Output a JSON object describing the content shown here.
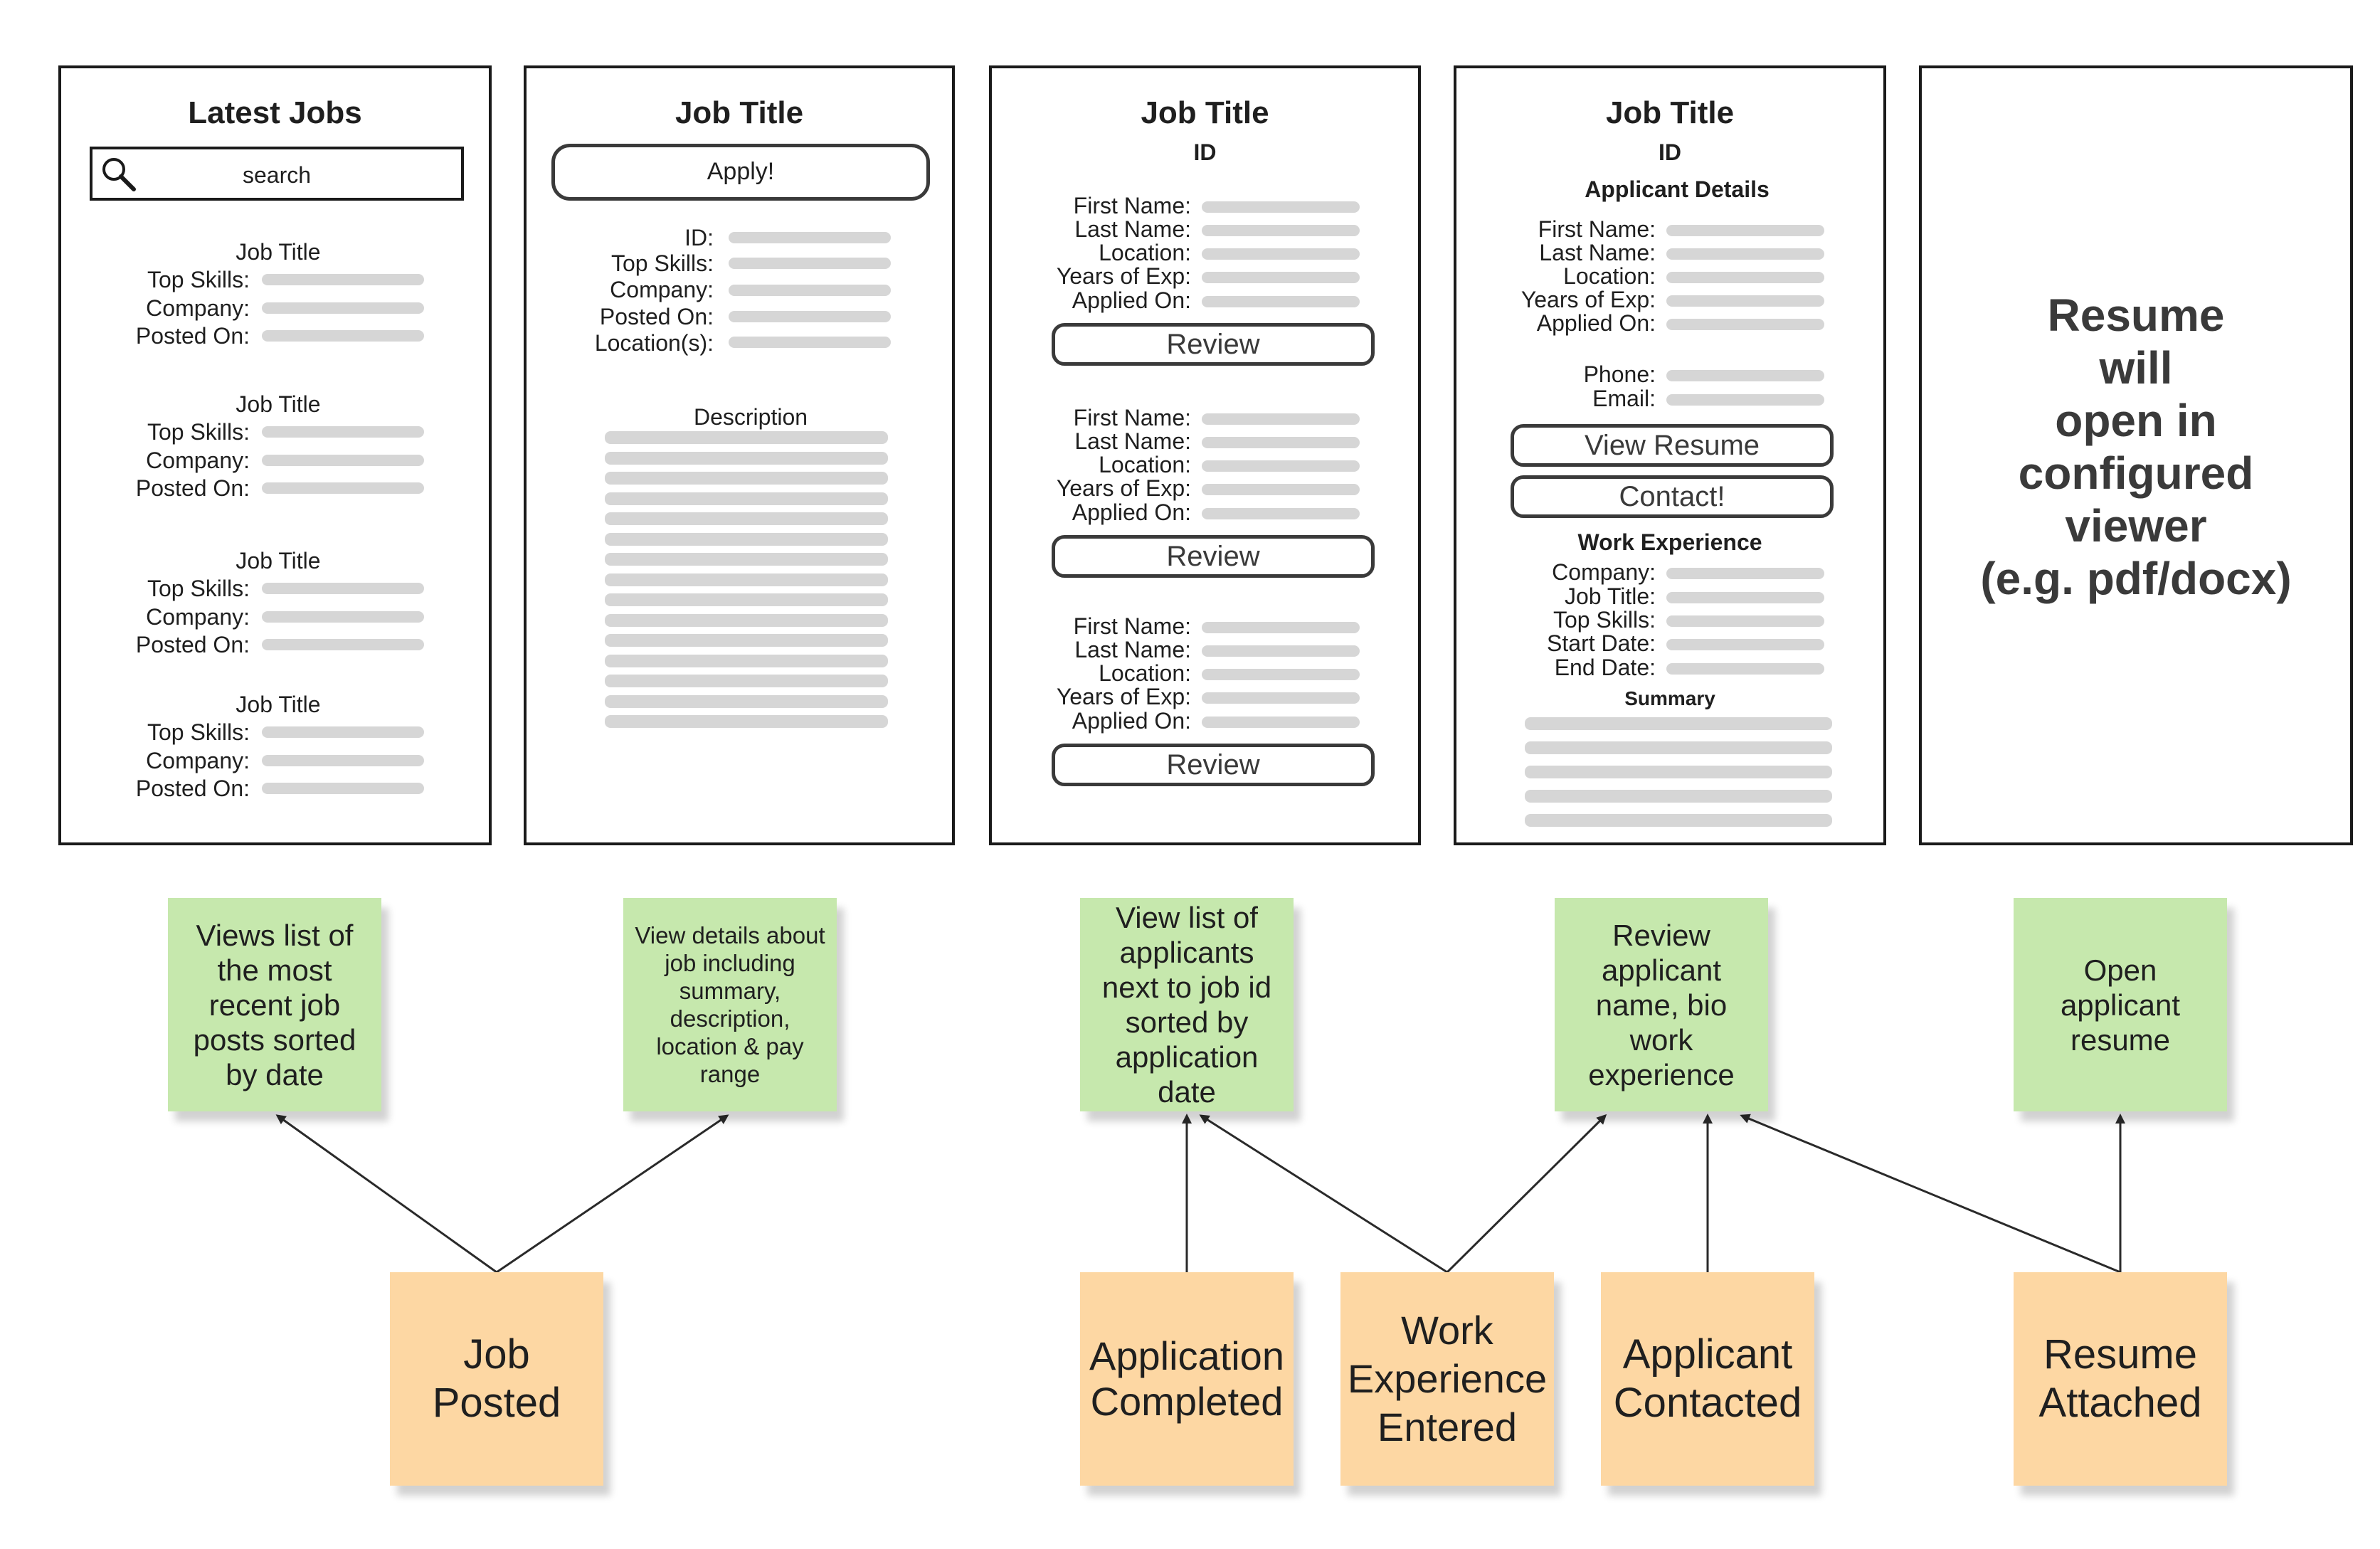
{
  "screens": {
    "latest_jobs": {
      "title": "Latest Jobs",
      "search_placeholder": "search",
      "items": [
        {
          "title": "Job Title",
          "top_skills": "Top Skills:",
          "company": "Company:",
          "posted_on": "Posted On:"
        },
        {
          "title": "Job Title",
          "top_skills": "Top Skills:",
          "company": "Company:",
          "posted_on": "Posted On:"
        },
        {
          "title": "Job Title",
          "top_skills": "Top Skills:",
          "company": "Company:",
          "posted_on": "Posted On:"
        },
        {
          "title": "Job Title",
          "top_skills": "Top Skills:",
          "company": "Company:",
          "posted_on": "Posted On:"
        }
      ]
    },
    "job_detail": {
      "title": "Job Title",
      "apply_label": "Apply!",
      "fields": [
        "ID:",
        "Top Skills:",
        "Company:",
        "Posted On:",
        "Location(s):"
      ],
      "description_label": "Description"
    },
    "applicants": {
      "title": "Job Title",
      "id_label": "ID",
      "applicant_fields": [
        "First Name:",
        "Last Name:",
        "Location:",
        "Years of Exp:",
        "Applied On:"
      ],
      "review_label": "Review"
    },
    "applicant_detail": {
      "title": "Job Title",
      "id_label": "ID",
      "details_heading": "Applicant Details",
      "fields": [
        "First Name:",
        "Last Name:",
        "Location:",
        "Years of Exp:",
        "Applied On:"
      ],
      "phone_label": "Phone:",
      "email_label": "Email:",
      "view_resume_label": "View Resume",
      "contact_label": "Contact!",
      "work_heading": "Work Experience",
      "work_fields": [
        "Company:",
        "Job Title:",
        "Top Skills:",
        "Start Date:",
        "End Date:"
      ],
      "summary_heading": "Summary"
    },
    "resume_viewer": {
      "lines": [
        "Resume",
        "will",
        "open in",
        "configured",
        "viewer",
        "(e.g. pdf/docx)"
      ]
    }
  },
  "notes": {
    "green": [
      "Views list of the most recent job posts sorted by date",
      "View details about job including summary, description, location & pay range",
      "View list of applicants next to job id sorted by application date",
      "Review applicant name, bio work experience",
      "Open applicant resume"
    ],
    "orange": [
      "Job Posted",
      "Application Completed",
      "Work Experience Entered",
      "Applicant Contacted",
      "Resume Attached"
    ]
  },
  "colors": {
    "sticky_green": "#c6e8ad",
    "sticky_orange": "#fdd7a3",
    "placeholder_bar": "#d6d6d6",
    "frame": "#1a1a1a"
  }
}
